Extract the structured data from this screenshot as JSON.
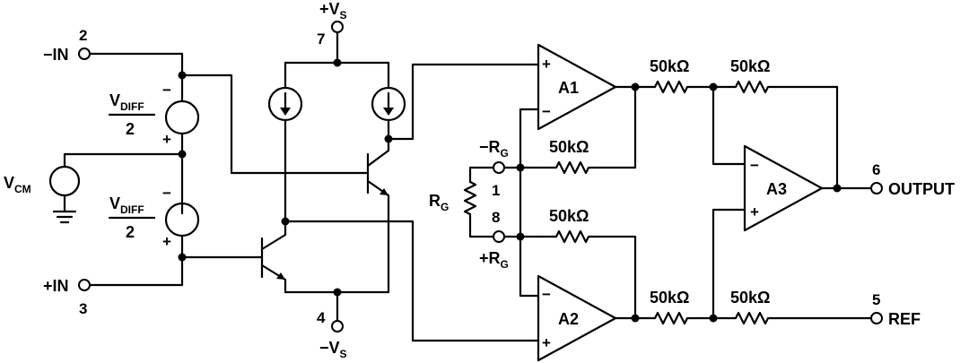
{
  "diagram": {
    "labels": {
      "neg_in": "−IN",
      "pos_in": "+IN",
      "pin_2": "2",
      "pin_3": "3",
      "pin_7": "7",
      "pin_4": "4",
      "pin_1": "1",
      "pin_8": "8",
      "pin_6": "6",
      "pin_5": "5",
      "vs_pos": "+V",
      "vs_neg": "−V",
      "vs_sub": "S",
      "vdiff_main": "V",
      "vdiff_sub": "DIFF",
      "vdiff_den": "2",
      "vcm_main": "V",
      "vcm_sub": "CM",
      "rg_main": "R",
      "rg_sub": "G",
      "neg_rg": "−R",
      "pos_rg": "+R",
      "amp_a1": "A1",
      "amp_a2": "A2",
      "amp_a3": "A3",
      "output": "OUTPUT",
      "ref": "REF",
      "res_50k": "50kΩ",
      "plus": "+",
      "minus": "−"
    }
  }
}
